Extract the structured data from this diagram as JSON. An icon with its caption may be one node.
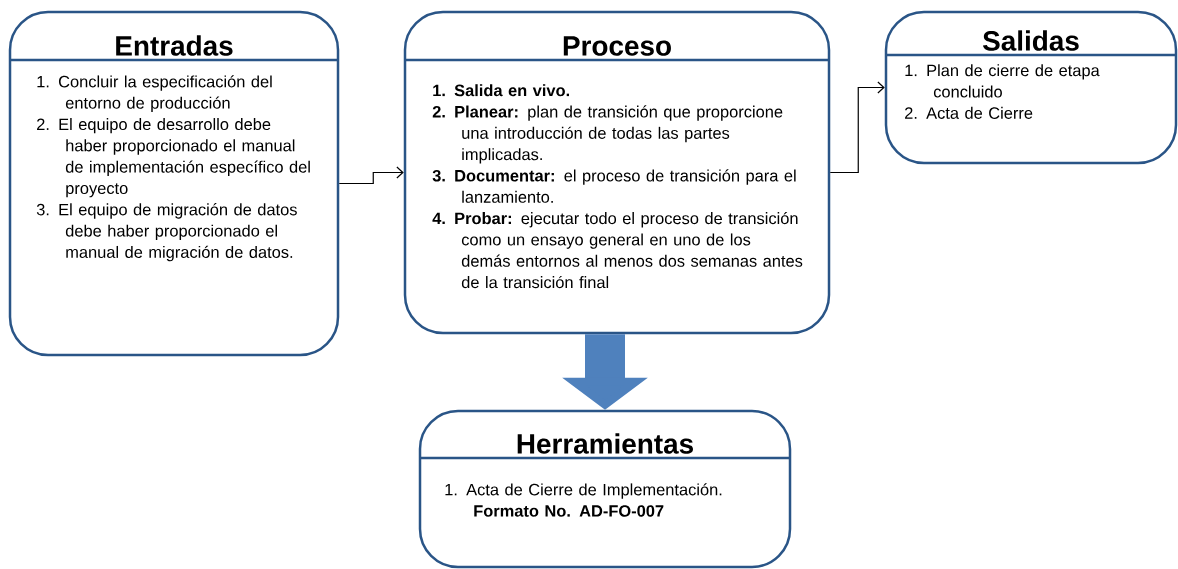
{
  "diagram": {
    "nodes": [
      {
        "text": [
          "Entradas",
          "1. Concluir la especificación del entorno de producción",
          "2. El equipo de desarrollo debe haber proporcionado el manual de implementación específico del proyecto",
          "3. El equipo de migración de datos debe haber proporcionado el manual de migración de datos."
        ]
      },
      {
        "text": [
          "Proceso",
          "**1. Salida en vivo.**",
          "**2. Planear:** plan de transición que proporcione una introducción de todas las partes implicadas.",
          "**3. Documentar:** el proceso de transición para el lanzamiento.",
          "**4. Probar:** ejecutar todo el proceso de transición como un ensayo general en uno de los demás entornos al menos dos semanas antes de la transición final"
        ]
      },
      {
        "text": [
          "Salidas",
          "1. Plan de cierre de etapa concluido",
          "2. Acta de Cierre"
        ]
      },
      {
        "text": [
          "Herramientas",
          "1. Acta de Cierre de Implementación. **Formato No. AD-FO-007**"
        ]
      }
    ],
    "edges": [
      {
        "from": 0,
        "to": 1,
        "arrow": "to"
      },
      {
        "from": 1,
        "to": 2,
        "arrow": "to"
      },
      {
        "from": 1,
        "to": 3,
        "arrow": "to",
        "style": "thick",
        "color": "#4f81bd"
      }
    ]
  }
}
